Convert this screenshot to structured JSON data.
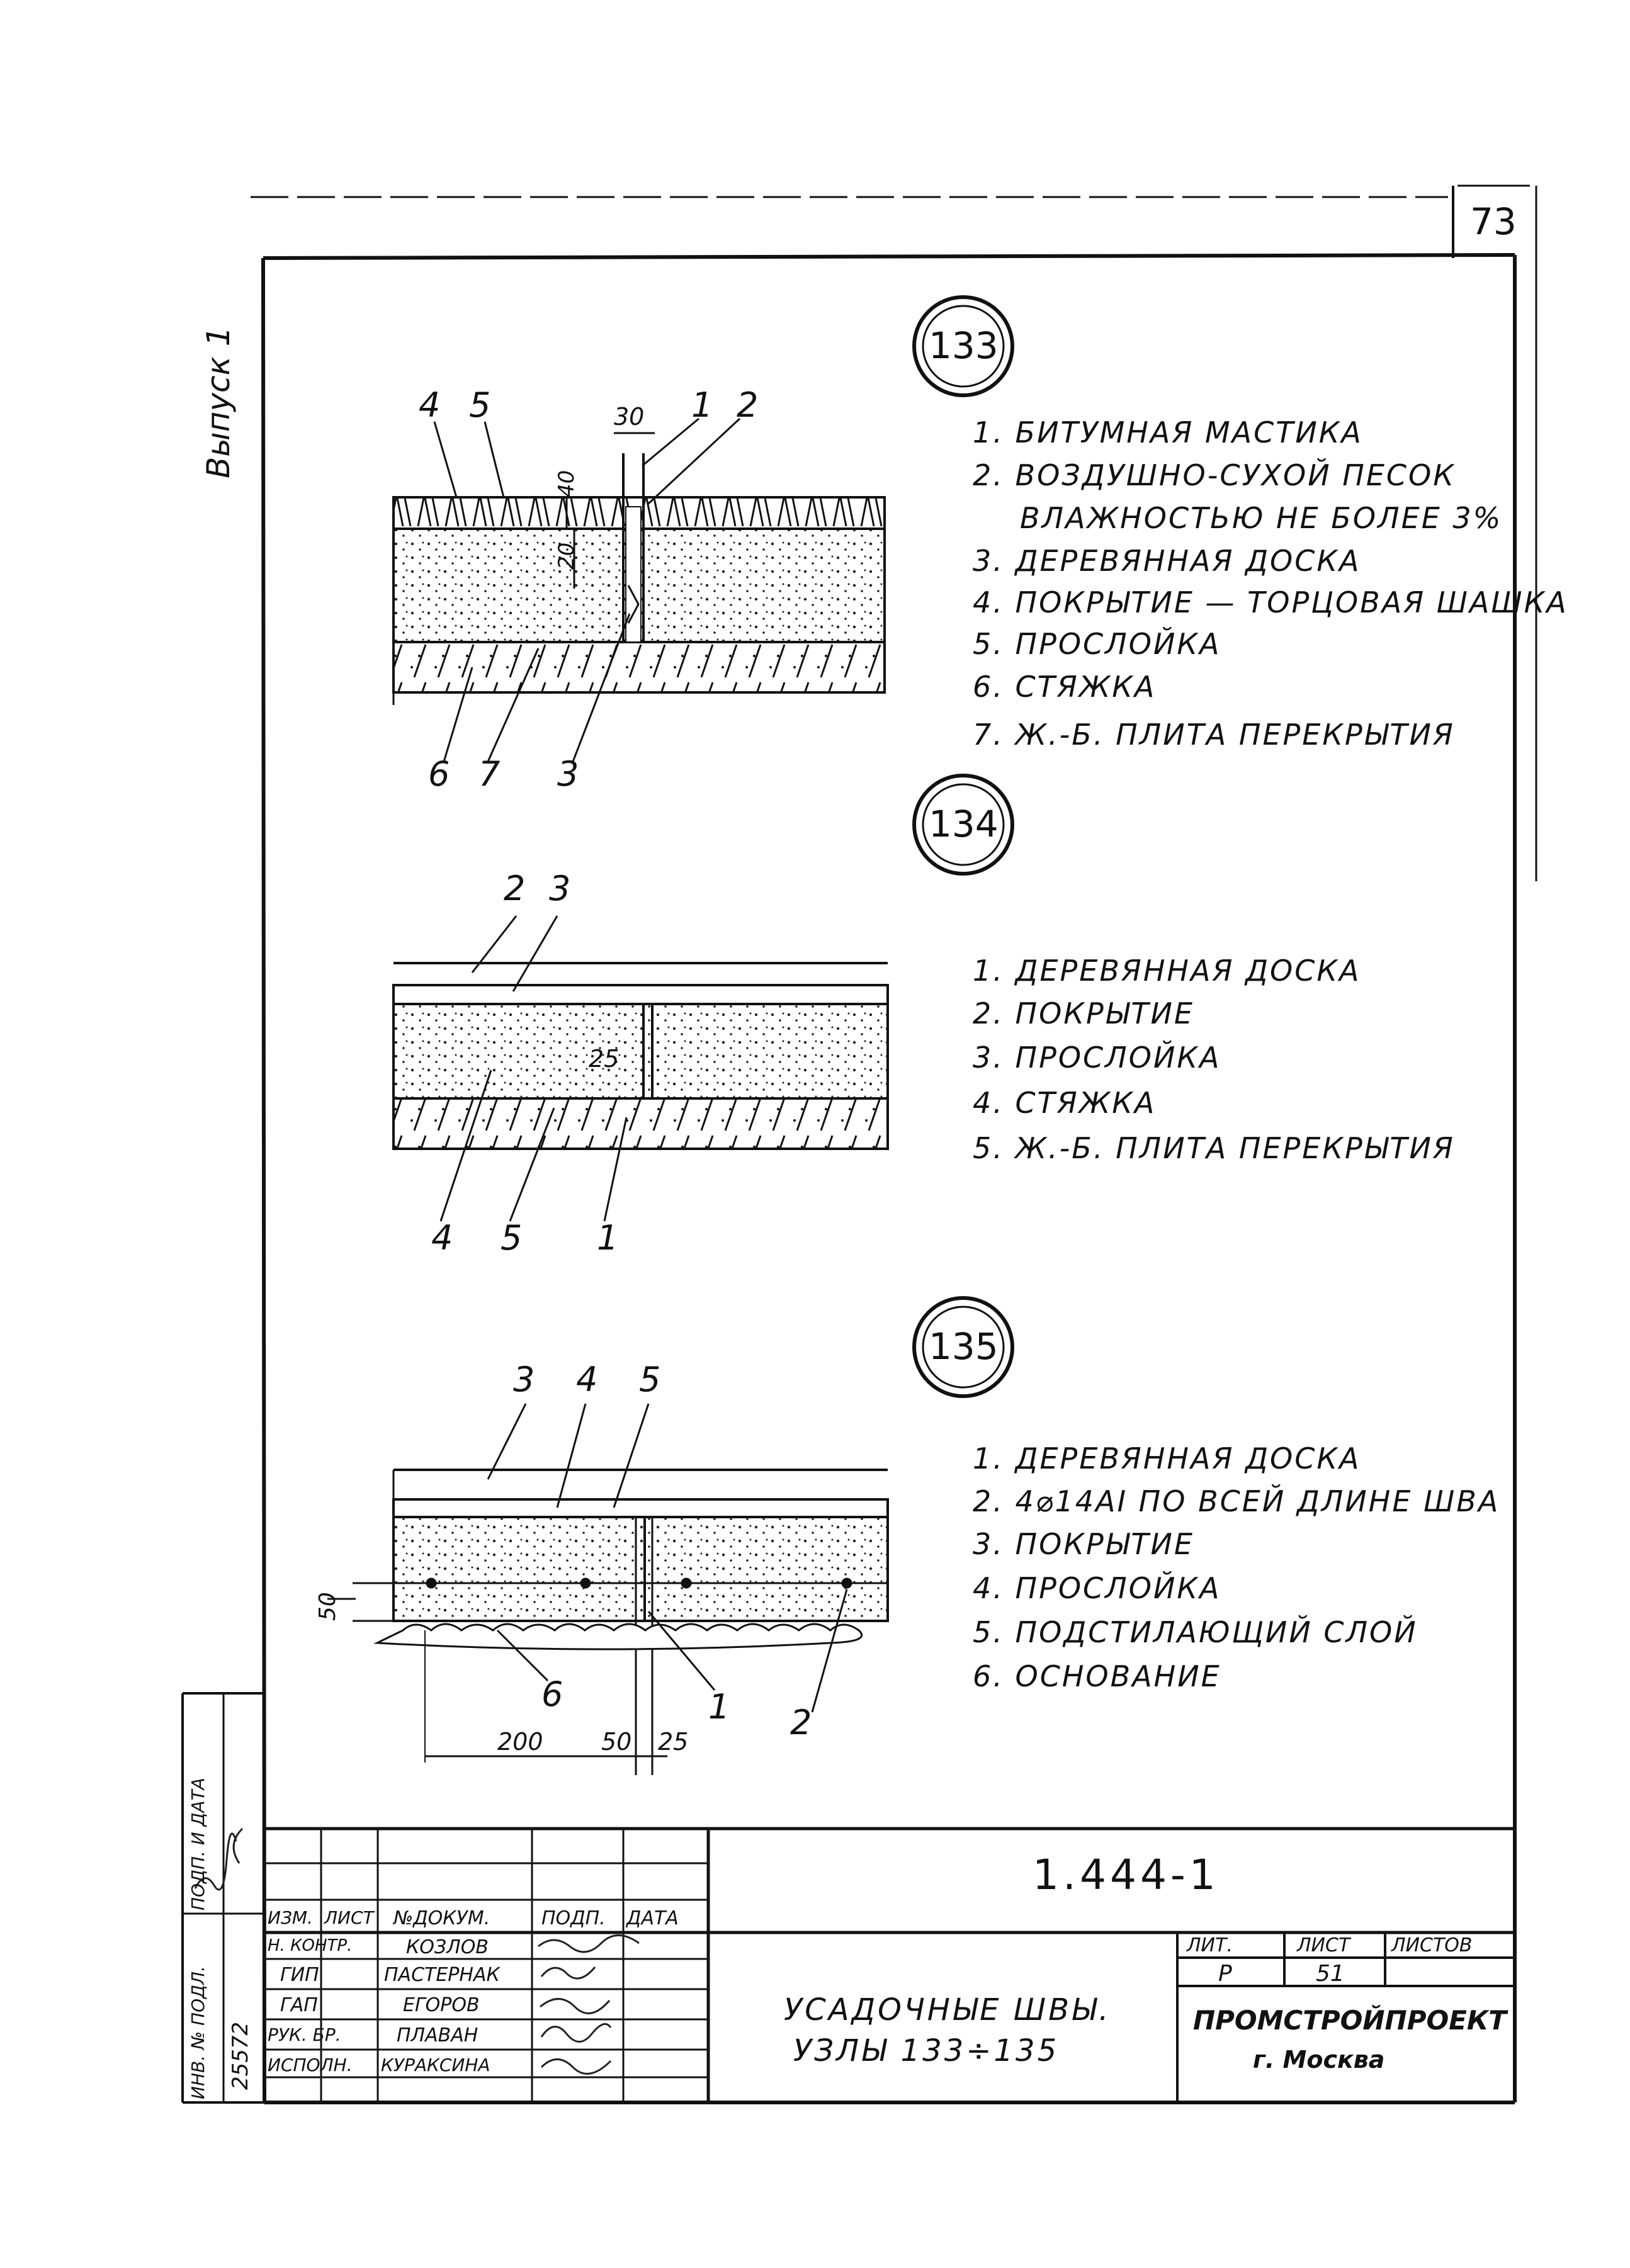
{
  "sheet": {
    "page_number": "73",
    "issue_label": "Выпуск 1",
    "doc_code": "1.444-1",
    "title_line1": "Усадочные швы.",
    "title_line2": "Узлы 133÷135",
    "org_line1": "ПРОМСТРОЙПРОЕКТ",
    "org_line2": "г. Москва"
  },
  "side_stamp": {
    "inv_label": "Инв. № подл.",
    "inv_value": "25572",
    "sign_label": "Подп. и дата"
  },
  "node133": {
    "number": "133",
    "legend": [
      "1. Битумная мастика",
      "2. Воздушно-сухой песок",
      "влажностью не более 3%",
      "3. Деревянная доска",
      "4. Покрытие — торцовая шашка",
      "5. Прослойка",
      "6. Стяжка",
      "7. Ж.-б. плита перекрытия"
    ],
    "callouts": [
      "4",
      "5",
      "1",
      "2",
      "6",
      "7",
      "3"
    ],
    "dims": [
      "30",
      "40",
      "20"
    ]
  },
  "node134": {
    "number": "134",
    "legend": [
      "1. Деревянная доска",
      "2. Покрытие",
      "3. Прослойка",
      "4. Стяжка",
      "5. Ж.-б. плита перекрытия"
    ],
    "callouts": [
      "2",
      "3",
      "4",
      "5",
      "1"
    ],
    "dims": [
      "25"
    ]
  },
  "node135": {
    "number": "135",
    "legend": [
      "1. Деревянная доска",
      "2. 4⌀14АI по всей длине шва",
      "3. Покрытие",
      "4. Прослойка",
      "5. Подстилающий слой",
      "6. Основание"
    ],
    "callouts": [
      "3",
      "4",
      "5",
      "6",
      "1",
      "2"
    ],
    "dims": [
      "50",
      "200",
      "50",
      "25"
    ]
  },
  "title_block": {
    "headers": [
      "Изм.",
      "Лист",
      "№докум.",
      "Подп.",
      "Дата"
    ],
    "rows": [
      {
        "role": "Н. контр.",
        "name": "Козлов"
      },
      {
        "role": "ГИП",
        "name": "Пастернак"
      },
      {
        "role": "ГАП",
        "name": "Егоров"
      },
      {
        "role": "Рук. бр.",
        "name": "Плаван"
      },
      {
        "role": "Исполн.",
        "name": "Кураксина"
      }
    ],
    "lit_header": "Лит.",
    "sheet_header": "Лист",
    "sheets_header": "Листов",
    "lit_value": "Р",
    "sheet_value": "51",
    "sheets_value": ""
  }
}
